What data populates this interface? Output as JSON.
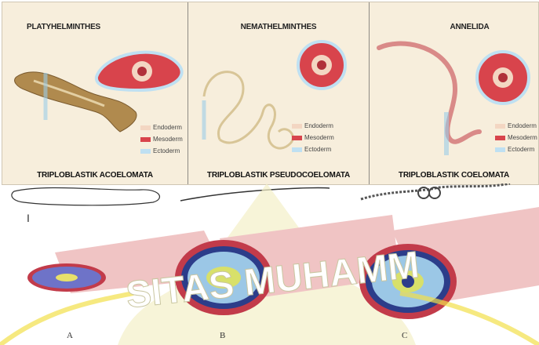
{
  "panels": [
    {
      "title": "PLATYHELMINTHES",
      "footer": "TRIPLOBLASTIK ACOELOMATA"
    },
    {
      "title": "NEMATHELMINTHES",
      "footer": "TRIPLOBLASTIK PSEUDOCOELOMATA"
    },
    {
      "title": "ANNELIDA",
      "footer": "TRIPLOBLASTIK COELOMATA"
    }
  ],
  "legend": {
    "endoderm": "Endoderm",
    "mesoderm": "Mesoderm",
    "ectoderm": "Ectoderm"
  },
  "colors": {
    "endoderm": "#f3d6c2",
    "mesoderm": "#d8444c",
    "ectoderm": "#bfe0f2"
  },
  "marker_i": "I",
  "captions": [
    "A",
    "B",
    "C"
  ],
  "watermark": "SITAS MUHAMM"
}
